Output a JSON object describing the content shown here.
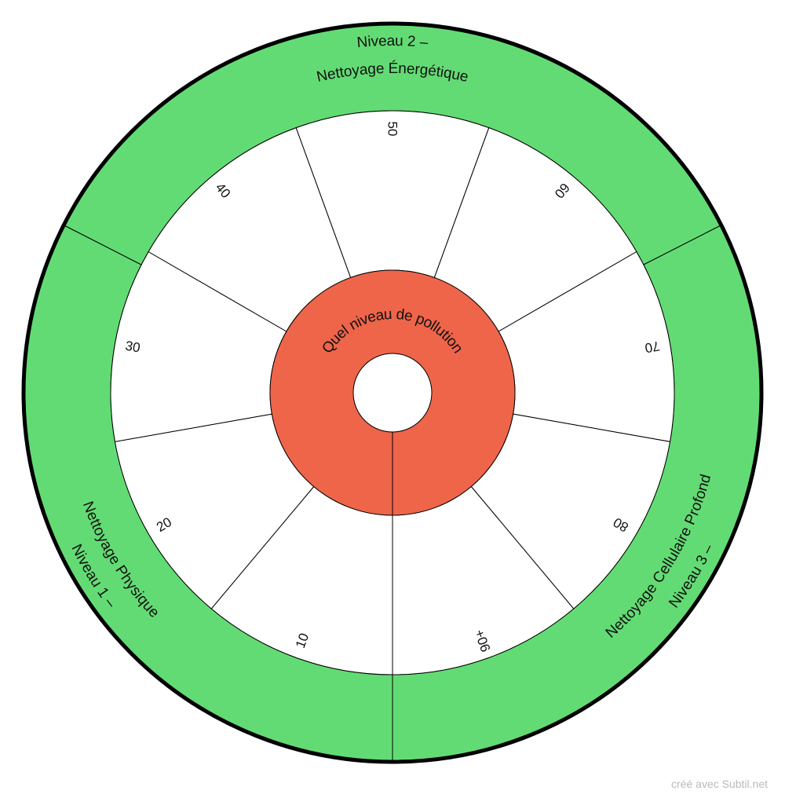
{
  "wheel": {
    "center_title": "Quel niveau de pollution",
    "outer_sectors": [
      {
        "line1": "Niveau 1 –",
        "line2": "Nettoyage Physique",
        "start_angle": 180,
        "end_angle": 297
      },
      {
        "line1": "Niveau 2 –",
        "line2": "Nettoyage Énergétique",
        "start_angle": 297,
        "end_angle": 423
      },
      {
        "line1": "Niveau 3 –",
        "line2": "Nettoyage Cellulaire Profond",
        "start_angle": 63,
        "end_angle": 180
      }
    ],
    "segments": [
      "10",
      "20",
      "30",
      "40",
      "50",
      "60",
      "70",
      "80",
      "90+"
    ],
    "segment_start_angle": 180
  },
  "colors": {
    "outer_ring": "#63DB74",
    "inner_ring": "#EE654A",
    "segment_fill": "#FFFFFF",
    "stroke": "#000000"
  },
  "footer": {
    "credit": "créé avec Subtil.net"
  }
}
